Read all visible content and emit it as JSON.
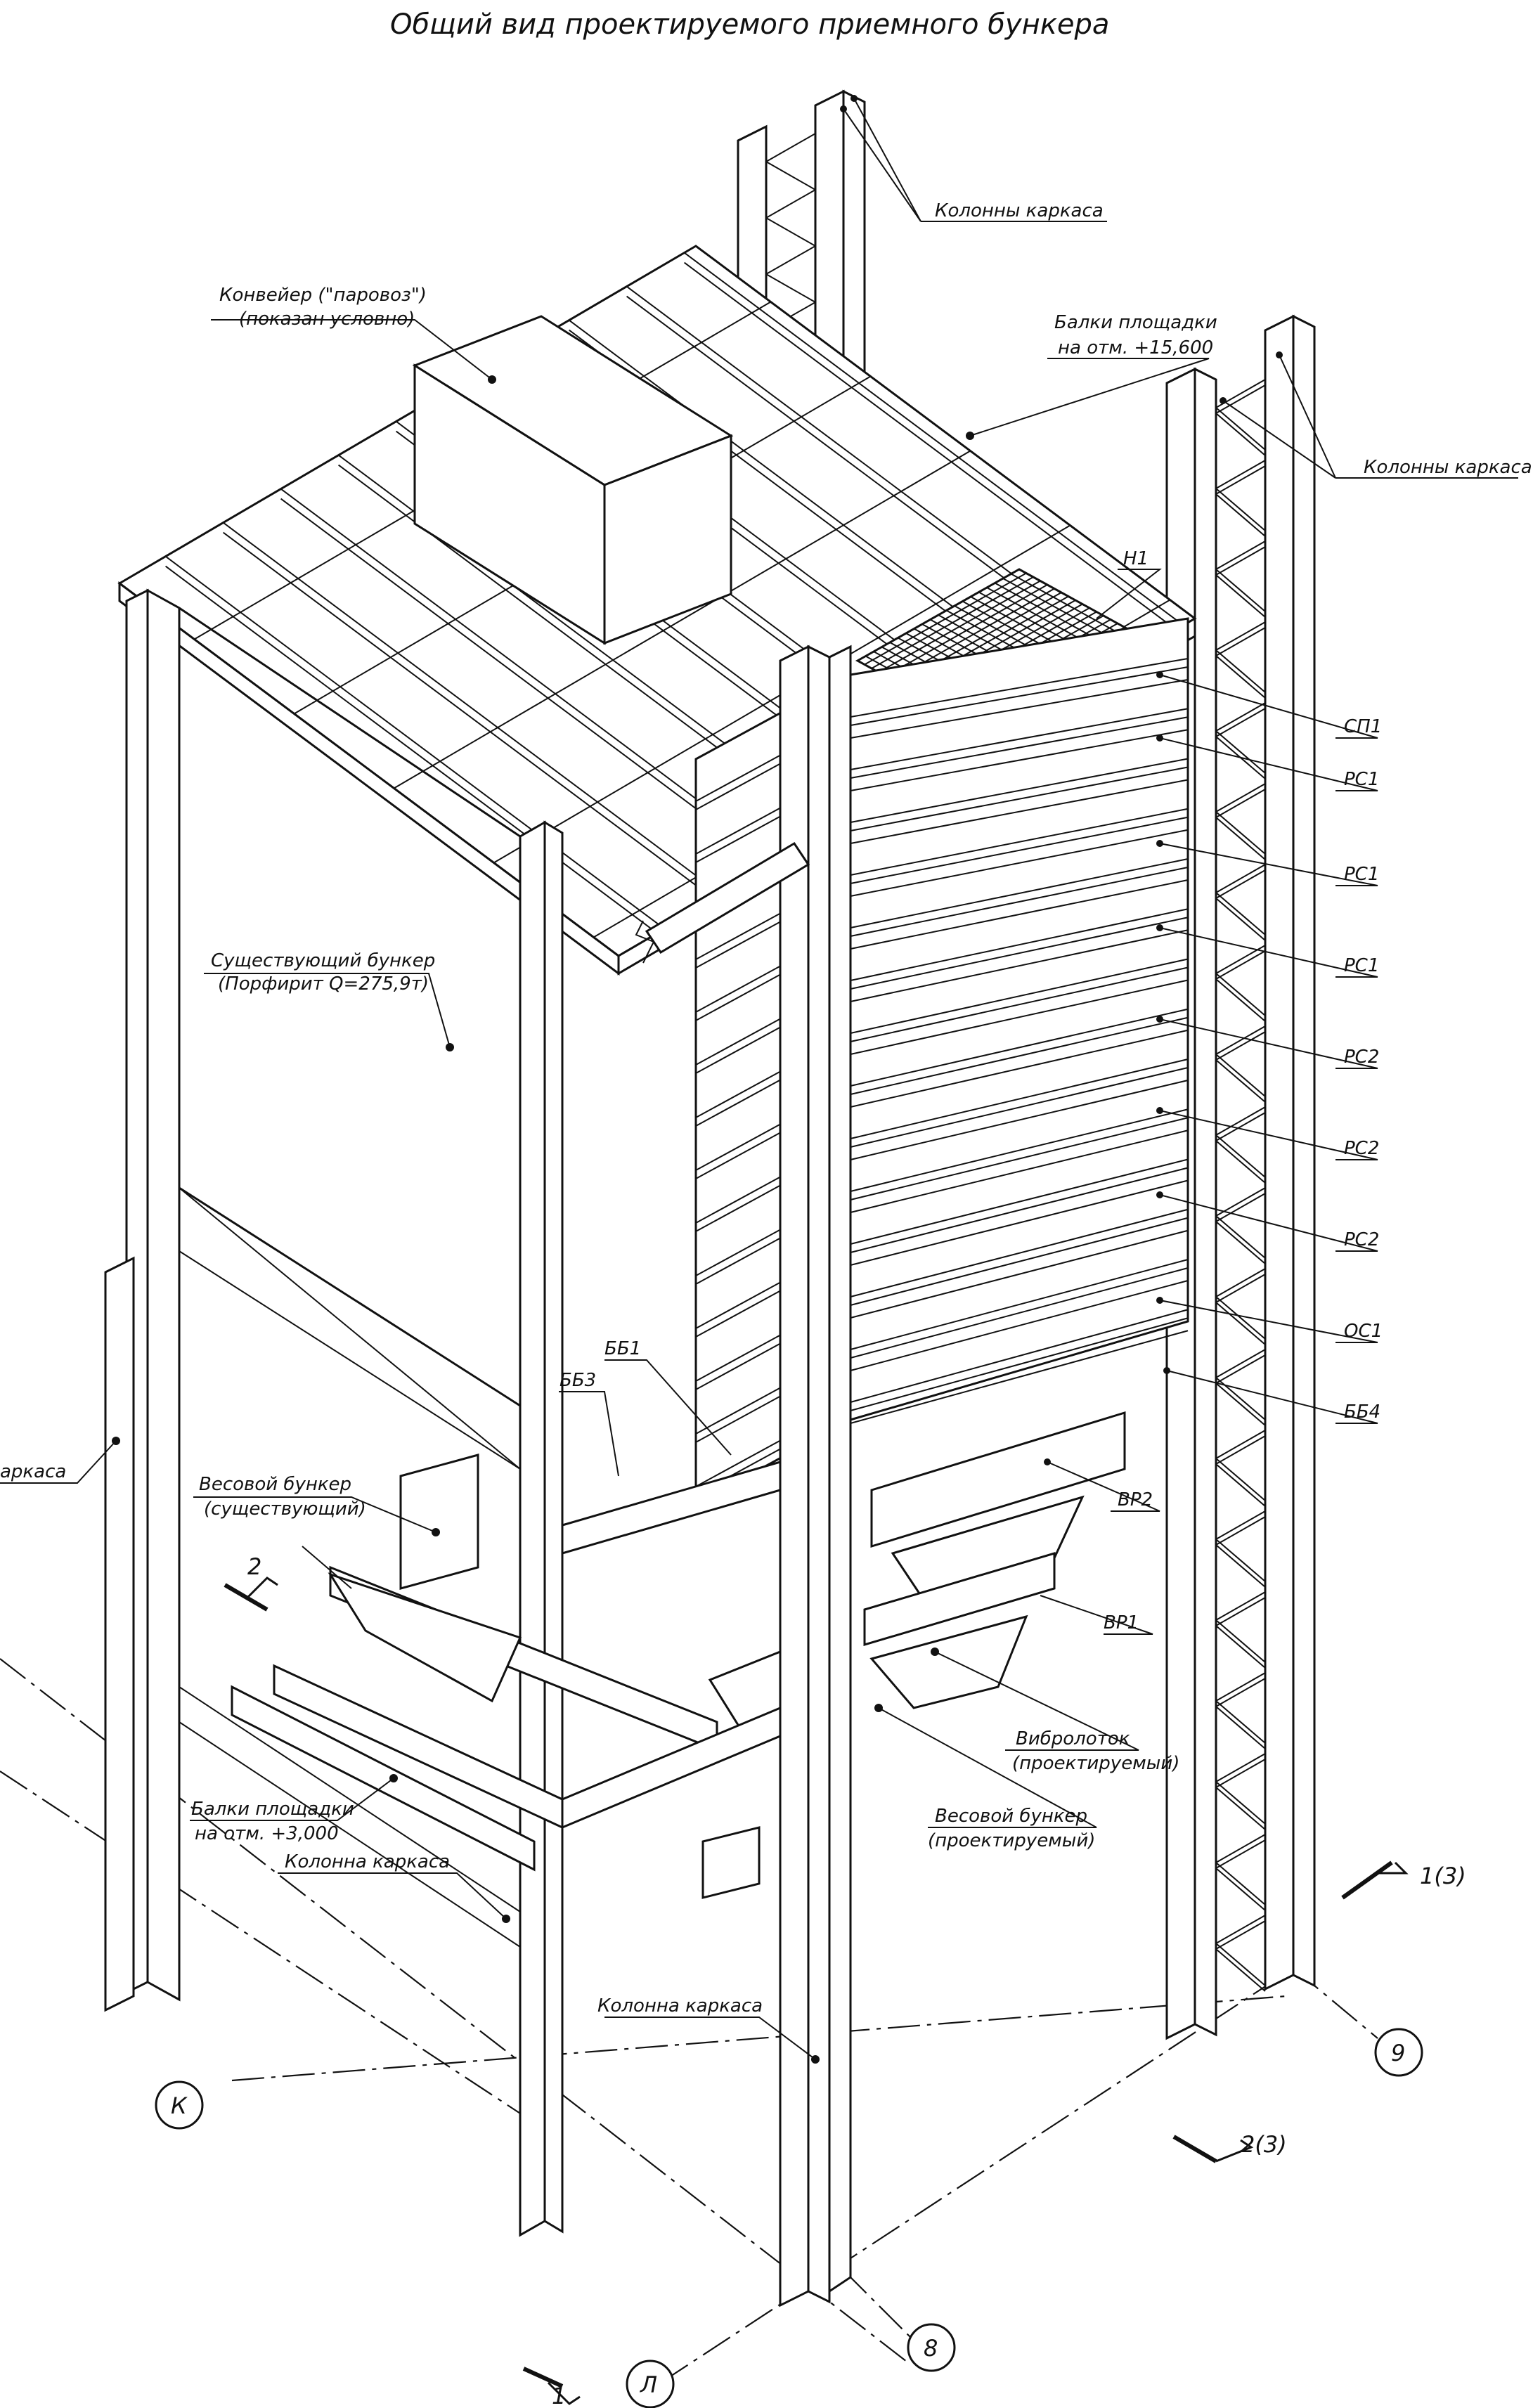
{
  "title": "Общий вид проектируемого приемного бункера",
  "labels": {
    "columns_top": "Колонны каркаса",
    "conveyor_1": "Конвейер (\"паровоз\")",
    "conveyor_2": "(показан условно)",
    "beams_top_1": "Балки площадки",
    "beams_top_2": "на отм. +15,600",
    "columns_right": "Колонны каркаса",
    "h1": "Н1",
    "sp1": "СП1",
    "rs1_a": "РС1",
    "rs1_b": "РС1",
    "rs1_c": "РС1",
    "rs2_a": "РС2",
    "rs2_b": "РС2",
    "rs2_c": "РС2",
    "os1": "ОС1",
    "bb4": "ББ4",
    "existing_bunker_1": "Существующий бункер",
    "existing_bunker_2": "(Порфирит Q=275,9т)",
    "bb1": "ББ1",
    "bb3": "ББ3",
    "left_column": "аркаса",
    "weigh_existing_1": "Весовой бункер",
    "weigh_existing_2": "(существующий)",
    "vr2": "ВР2",
    "vr1": "ВР1",
    "vibro_1": "Вибролоток",
    "vibro_2": "(проектируемый)",
    "weigh_new_1": "Весовой бункер",
    "weigh_new_2": "(проектируемый)",
    "beams_low_1": "Балки площадки",
    "beams_low_2": "на отм. +3,000",
    "column_frame_1": "Колонна каркаса",
    "column_frame_2": "Колонна каркаса"
  },
  "axes": {
    "k": "К",
    "l": "Л",
    "n8": "8",
    "n9": "9"
  },
  "sections": {
    "s1_3": "1(3)",
    "s2_3": "2(3)",
    "s2": "2",
    "s1": "1"
  }
}
